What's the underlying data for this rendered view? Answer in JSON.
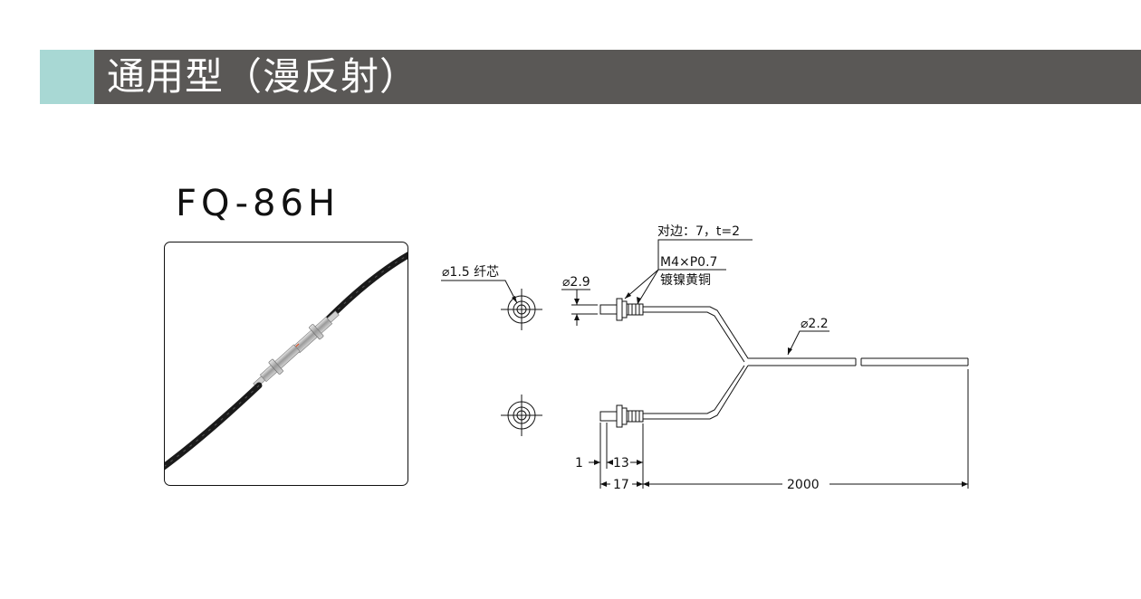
{
  "header": {
    "title": "通用型（漫反射）",
    "accent_color": "#a8d8d4",
    "bar_color": "#5a5856"
  },
  "product": {
    "model": "FQ-86H"
  },
  "drawing": {
    "core_label": "⌀1.5 纤芯",
    "tube_dia_label": "⌀2.9",
    "hex_label": "对边：7，t=2",
    "thread_label": "M4×P0.7",
    "material_label": "镀镍黄铜",
    "cable_dia_label": "⌀2.2",
    "dim_1": "1",
    "dim_13": "13",
    "dim_17": "17",
    "dim_2000": "2000"
  }
}
